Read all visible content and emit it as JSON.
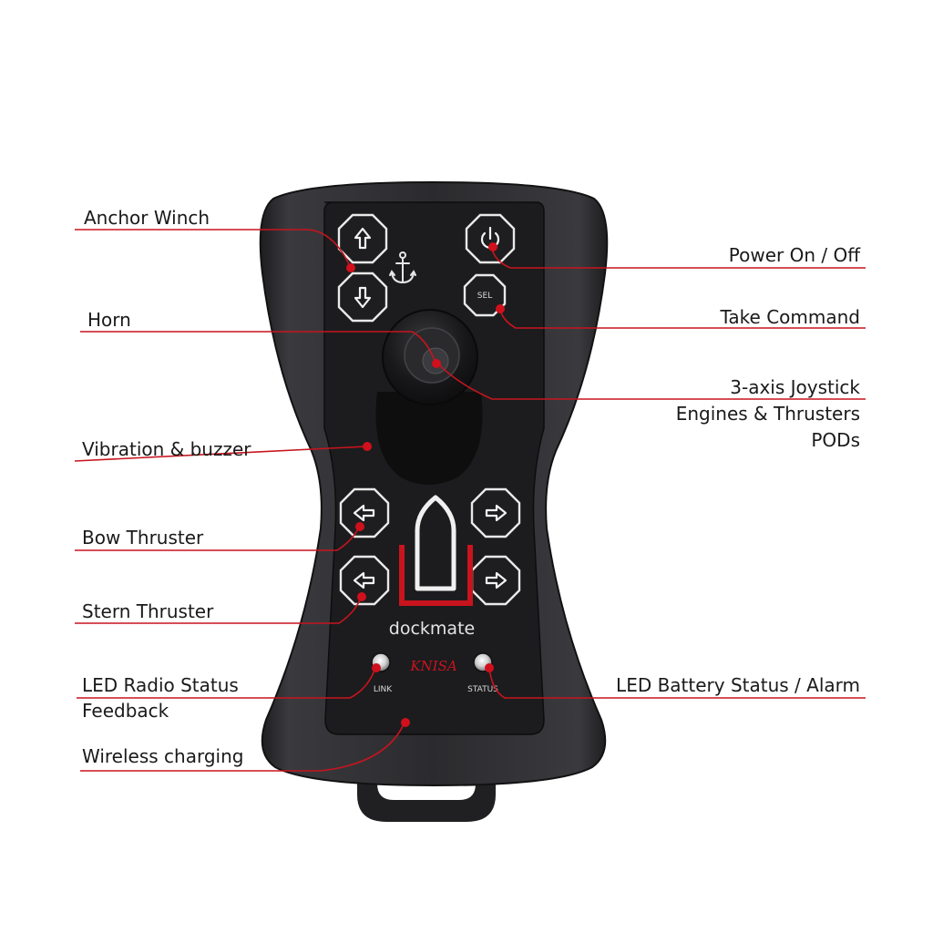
{
  "device": {
    "brand": "dockmate",
    "logo_text": "KNISA",
    "led_left_label": "LINK",
    "led_right_label": "STATUS",
    "select_button_label": "SEL",
    "colors": {
      "body": "#2b2b2e",
      "panel": "#1c1c1e",
      "accent": "#c8141e",
      "button_outline": "#e9e9e9"
    }
  },
  "labels": {
    "anchor_winch": "Anchor Winch",
    "horn": "Horn",
    "vibration_buzzer": "Vibration & buzzer",
    "bow_thruster": "Bow Thruster",
    "stern_thruster": "Stern Thruster",
    "led_radio_line1": "LED Radio Status",
    "led_radio_line2": "Feedback",
    "wireless_charging": "Wireless charging",
    "power": "Power On / Off",
    "take_command": "Take Command",
    "joystick_line1": "3-axis Joystick",
    "joystick_line2": "Engines & Thrusters",
    "joystick_line3": "PODs",
    "led_battery": "LED Battery Status / Alarm"
  },
  "icons": {
    "up": "arrow-up-icon",
    "down": "arrow-down-icon",
    "left": "arrow-left-icon",
    "right": "arrow-right-icon",
    "anchor": "anchor-icon",
    "power": "power-icon",
    "boat": "boat-icon"
  }
}
